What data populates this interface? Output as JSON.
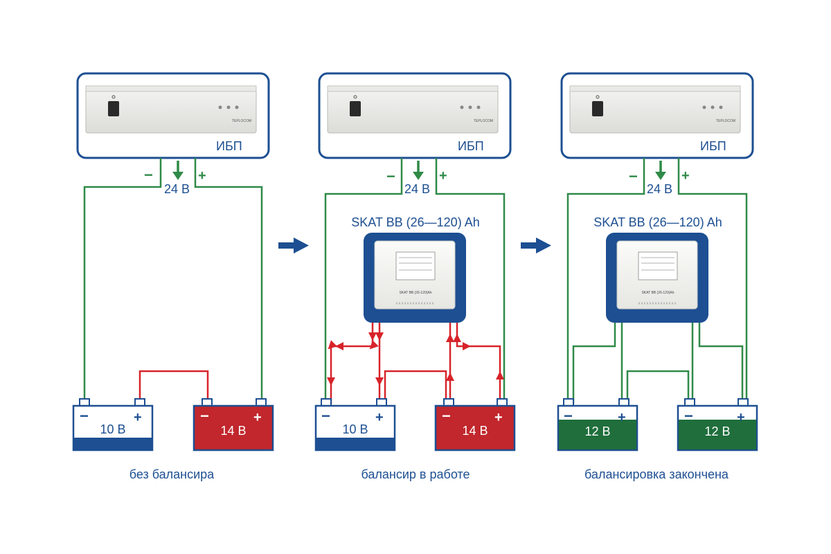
{
  "colors": {
    "navy": "#1d4f92",
    "green_wire": "#2f8a48",
    "red_wire": "#d8232a",
    "battery_red": "#c1272d",
    "battery_green": "#1f6e3c",
    "label_text": "#1d4f92"
  },
  "panels": [
    {
      "ups_label": "ИБП",
      "ups_model": "TEPLOCOM",
      "minus_sign": "−",
      "plus_sign": "+",
      "voltage": "24 В",
      "balancer_title": "",
      "battery_left": {
        "label": "10 В",
        "minus": "−",
        "plus": "+",
        "state": "low-blue"
      },
      "battery_right": {
        "label": "14 В",
        "minus": "−",
        "plus": "+",
        "state": "red"
      },
      "caption": "без балансира"
    },
    {
      "ups_label": "ИБП",
      "ups_model": "TEPLOCOM",
      "minus_sign": "−",
      "plus_sign": "+",
      "voltage": "24 В",
      "balancer_title": "SKAT BB (26—120) Ah",
      "balancer_device_label": "SKAT BB (26-120)Ah",
      "battery_left": {
        "label": "10 В",
        "minus": "−",
        "plus": "+",
        "state": "low-blue"
      },
      "battery_right": {
        "label": "14 В",
        "minus": "−",
        "plus": "+",
        "state": "red"
      },
      "caption": "балансир в работе"
    },
    {
      "ups_label": "ИБП",
      "ups_model": "TEPLOCOM",
      "minus_sign": "−",
      "plus_sign": "+",
      "voltage": "24 В",
      "balancer_title": "SKAT BB (26—120) Ah",
      "balancer_device_label": "SKAT BB (26-120)Ah",
      "battery_left": {
        "label": "12 В",
        "minus": "−",
        "plus": "+",
        "state": "green"
      },
      "battery_right": {
        "label": "12 В",
        "minus": "−",
        "plus": "+",
        "state": "green"
      },
      "caption": "балансировка закончена"
    }
  ],
  "icons": [
    "arrow-right-icon",
    "arrow-down-icon",
    "power-switch-icon"
  ]
}
